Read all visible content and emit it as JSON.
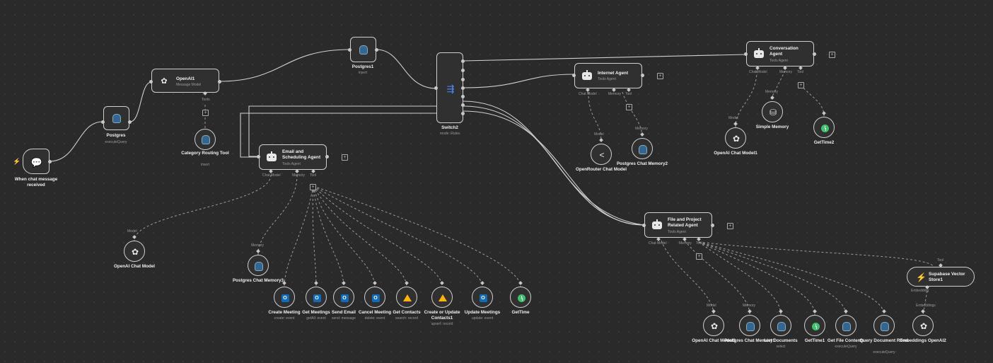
{
  "canvas": {
    "background": "#2a2a2a",
    "node_border": "#cfcfcf",
    "wire": "#cfcfcf",
    "dashed_wire": "#9a9a9a"
  },
  "nodes": {
    "trigger": {
      "title": "When chat message received",
      "icon": "chat-bubbles-icon",
      "bolt": "lightning-icon"
    },
    "postgres": {
      "title": "Postgres",
      "sub": "executeQuery",
      "icon": "postgres-icon"
    },
    "openai1": {
      "title": "OpenAI1",
      "sub": "Message Model",
      "icon": "openai-icon",
      "port_tools": "Tools"
    },
    "category_tool": {
      "title": "Category Routing Tool",
      "sub": "insert",
      "icon": "postgres-icon"
    },
    "postgres1": {
      "title": "Postgres1",
      "sub": "insert",
      "icon": "postgres-icon"
    },
    "switch": {
      "title": "Switch2",
      "sub": "mode: Rules",
      "icon": "switch-icon"
    },
    "email_agent": {
      "title": "Email and Scheduling Agent",
      "sub": "Tools Agent",
      "icon": "robot-icon",
      "ports": [
        "Chat Model",
        "Memory",
        "Tool"
      ]
    },
    "internet_agent": {
      "title": "Internet Agent",
      "sub": "Tools Agent",
      "icon": "robot-icon",
      "ports": [
        "Chat Model",
        "Memory",
        "Tool"
      ]
    },
    "conv_agent": {
      "title": "Conversation Agent",
      "sub": "Tools Agent",
      "icon": "robot-icon",
      "ports": [
        "Chat Model",
        "Memory",
        "Tool"
      ]
    },
    "file_agent": {
      "title": "File and Project Related Agent",
      "sub": "Tools Agent",
      "icon": "robot-icon",
      "ports": [
        "Chat Model",
        "Memory",
        "Tool"
      ]
    },
    "supabase": {
      "title": "Supabase Vector Store1",
      "icon": "supabase-icon",
      "port_top": "Tool",
      "port_bottom": "Embedding"
    }
  },
  "subs": [
    {
      "id": "openai_chat_model",
      "title": "OpenAI Chat Model",
      "sub": "",
      "port": "Model",
      "icon": "openai-icon"
    },
    {
      "id": "pg_mem3",
      "title": "Postgres Chat Memory3",
      "sub": "",
      "port": "Memory",
      "icon": "postgres-icon"
    },
    {
      "id": "create_meeting",
      "title": "Create Meeting",
      "sub": "create: event",
      "port": "",
      "icon": "outlook-icon"
    },
    {
      "id": "get_meetings",
      "title": "Get Meetings",
      "sub": "getAll: event",
      "port": "",
      "icon": "outlook-icon"
    },
    {
      "id": "send_email",
      "title": "Send Email",
      "sub": "send: message",
      "port": "",
      "icon": "outlook-icon"
    },
    {
      "id": "cancel_meeting",
      "title": "Cancel Meeting",
      "sub": "delete: event",
      "port": "",
      "icon": "outlook-icon"
    },
    {
      "id": "get_contacts",
      "title": "Get Contacts",
      "sub": "search: record",
      "port": "",
      "icon": "airtable-icon"
    },
    {
      "id": "create_update_contacts",
      "title": "Create or Update Contacts1",
      "sub": "upsert: record",
      "port": "",
      "icon": "airtable-icon"
    },
    {
      "id": "update_meetings",
      "title": "Update Meetings",
      "sub": "update: event",
      "port": "",
      "icon": "outlook-icon"
    },
    {
      "id": "gettime",
      "title": "GetTime",
      "sub": "",
      "port": "",
      "icon": "clock-icon"
    },
    {
      "id": "openrouter",
      "title": "OpenRouter Chat Model",
      "sub": "",
      "port": "Model",
      "icon": "openrouter-icon"
    },
    {
      "id": "pg_mem2",
      "title": "Postgres Chat Memory2",
      "sub": "",
      "port": "Memory",
      "icon": "postgres-icon"
    },
    {
      "id": "openai_chat_model1",
      "title": "OpenAI Chat Model1",
      "sub": "",
      "port": "Model",
      "icon": "openai-icon"
    },
    {
      "id": "simple_memory",
      "title": "Simple Memory",
      "sub": "",
      "port": "Memory",
      "icon": "database-icon"
    },
    {
      "id": "gettime2",
      "title": "GetTime2",
      "sub": "",
      "port": "",
      "icon": "clock-icon"
    },
    {
      "id": "openai_chat_model3",
      "title": "OpenAI Chat Model3",
      "sub": "",
      "port": "Model",
      "icon": "openai-icon"
    },
    {
      "id": "pg_mem1",
      "title": "Postgres Chat Memory1",
      "sub": "",
      "port": "Memory",
      "icon": "postgres-icon"
    },
    {
      "id": "list_documents",
      "title": "List Documents",
      "sub": "select",
      "port": "",
      "icon": "postgres-icon"
    },
    {
      "id": "gettime1",
      "title": "GetTime1",
      "sub": "",
      "port": "",
      "icon": "clock-icon"
    },
    {
      "id": "get_file_contents",
      "title": "Get File Contents",
      "sub": "executeQuery",
      "port": "",
      "icon": "postgres-icon"
    },
    {
      "id": "query_doc_rows",
      "title": "Query Document Rows",
      "sub": "executeQuery",
      "port": "",
      "icon": "postgres-icon"
    },
    {
      "id": "embeddings",
      "title": "Embeddings OpenAI2",
      "sub": "",
      "port": "Embeddings",
      "icon": "openai-icon"
    }
  ]
}
